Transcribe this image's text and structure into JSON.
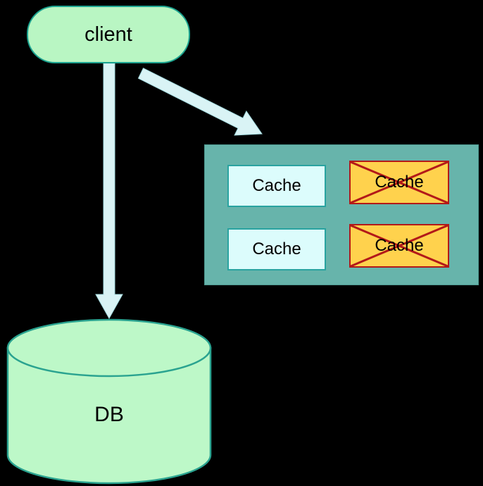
{
  "client": {
    "label": "client"
  },
  "db": {
    "label": "DB"
  },
  "cache_cluster": {
    "nodes": [
      {
        "label": "Cache",
        "status": "alive"
      },
      {
        "label": "Cache",
        "status": "dead"
      },
      {
        "label": "Cache",
        "status": "alive"
      },
      {
        "label": "Cache",
        "status": "dead"
      }
    ]
  },
  "colors": {
    "background": "#000000",
    "node_green_fill": "#b9f6c3",
    "node_green_border": "#1ba390",
    "cluster_teal": "#67b4ab",
    "cache_alive_fill": "#dcfcfc",
    "cache_alive_border": "#29a3a0",
    "cache_dead_fill": "#ffd24d",
    "cache_dead_x": "#b31919",
    "arrow_fill": "#d9f3f5"
  }
}
